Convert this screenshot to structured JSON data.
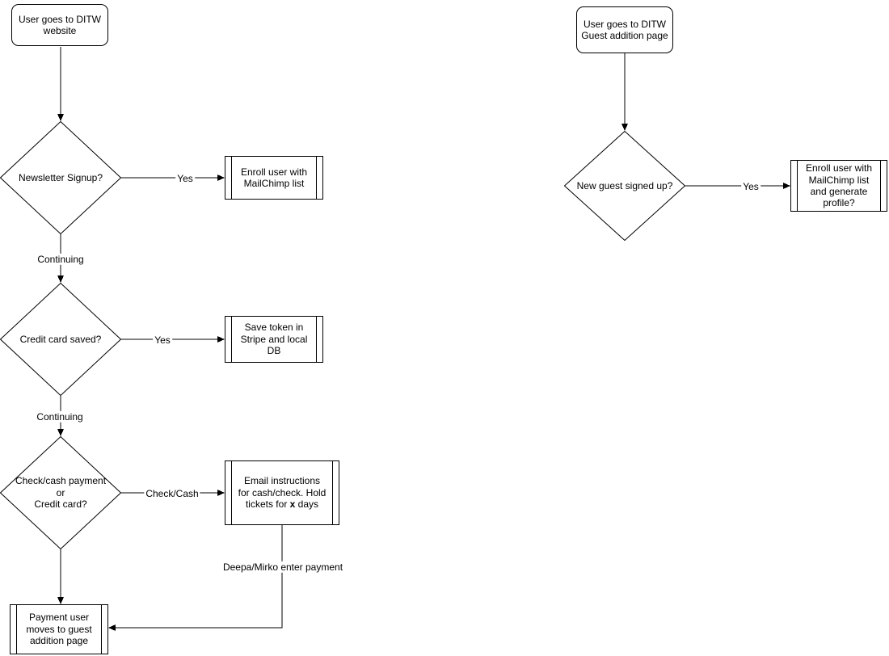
{
  "canvas": {
    "background": "#ffffff",
    "stroke_color": "#000000",
    "text_color": "#000000"
  },
  "left_flow": {
    "start": {
      "label": "User goes to DITW\nwebsite"
    },
    "decision_newsletter": {
      "label": "Newsletter Signup?"
    },
    "process_enroll": {
      "label": "Enroll user with\nMailChimp list"
    },
    "edge_yes_1": "Yes",
    "edge_continuing_1": "Continuing",
    "decision_credit_card": {
      "label": "Credit card saved?"
    },
    "process_save_token": {
      "label": "Save token in\nStripe and local\nDB"
    },
    "edge_yes_2": "Yes",
    "edge_continuing_2": "Continuing",
    "decision_payment_method": {
      "label": "Check/cash payment\nor\nCredit card?"
    },
    "process_email": {
      "label_part1": "Email instructions\nfor cash/check. Hold\ntickets for ",
      "label_bold": "x",
      "label_part2": " days"
    },
    "edge_check_cash": "Check/Cash",
    "edge_deepa_mirko": "Deepa/Mirko enter payment",
    "end": {
      "label": "Payment user\nmoves to guest\naddition page"
    }
  },
  "right_flow": {
    "start": {
      "label": "User goes to DITW\nGuest addition page"
    },
    "decision_new_guest": {
      "label": "New guest signed up?"
    },
    "process_enroll_profile": {
      "label": "Enroll user with\nMailChimp list\nand generate\nprofile?"
    },
    "edge_yes": "Yes"
  }
}
